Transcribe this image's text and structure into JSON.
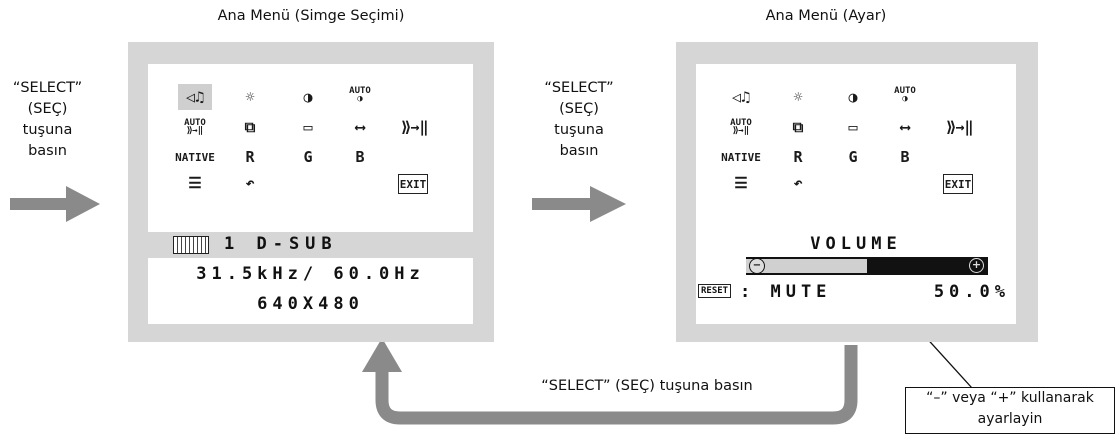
{
  "left_panel": {
    "title": "Ana Menü (Simge Seçimi)",
    "input_port": "1  D-SUB",
    "frequency": "31.5kHz/ 60.0Hz",
    "resolution": "640X480"
  },
  "right_panel": {
    "title": "Ana Menü (Ayar)",
    "slider_label": "VOLUME",
    "slider_value": 0.5,
    "reset_key": "RESET",
    "reset_action": ": MUTE",
    "value_text": "50.0%"
  },
  "instructions": {
    "select_line1": "“SELECT”",
    "select_line2": "(SEÇ)",
    "select_line3": "tuşuna",
    "select_line4": "basın",
    "return_text": "“SELECT” (SEÇ) tuşuna basın",
    "adjust_line1": "“–” veya “+” kullanarak",
    "adjust_line2": "ayarlayin"
  },
  "osd_icons": {
    "row1": [
      "volume-icon",
      "brightness-icon",
      "contrast-icon",
      "auto-contrast-icon"
    ],
    "row2": [
      "auto-adjust-icon",
      "left-right-icon",
      "up-down-icon",
      "h-size-icon",
      "fine-icon"
    ],
    "row3_labels": [
      "NATIVE",
      "R",
      "G",
      "B"
    ],
    "row4": [
      "tools-icon",
      "factory-preset-icon",
      "exit-icon"
    ],
    "exit_label": "EXIT",
    "auto_label": "AUTO"
  },
  "colors": {
    "arrow": "#8a8a8a",
    "osd_frame": "#d6d6d6",
    "slider_dark": "#111111",
    "slider_light": "#d0d0d0"
  }
}
